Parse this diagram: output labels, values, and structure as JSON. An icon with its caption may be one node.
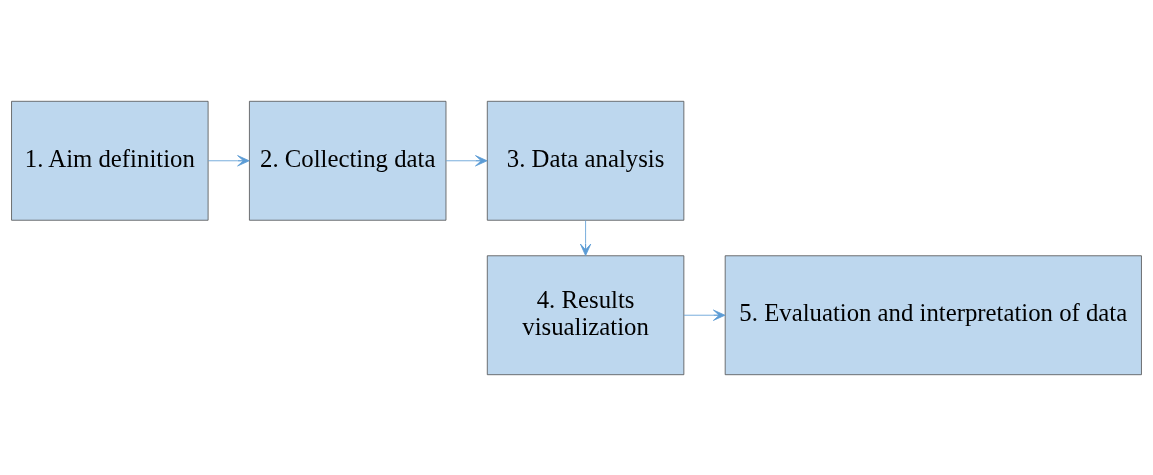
{
  "diagram": {
    "nodes": [
      {
        "text": [
          "1. Aim definition"
        ]
      },
      {
        "text": [
          "2. Collecting data"
        ]
      },
      {
        "text": [
          "3. Data analysis"
        ]
      },
      {
        "text": [
          "4. Results visualization"
        ]
      },
      {
        "text": [
          "5. Evaluation and interpretation of data"
        ]
      }
    ],
    "edges": [
      {
        "from": 0,
        "to": 1,
        "arrow": "to"
      },
      {
        "from": 1,
        "to": 2,
        "arrow": "to"
      },
      {
        "from": 2,
        "to": 3,
        "arrow": "to"
      },
      {
        "from": 3,
        "to": 4,
        "arrow": "to"
      }
    ]
  }
}
